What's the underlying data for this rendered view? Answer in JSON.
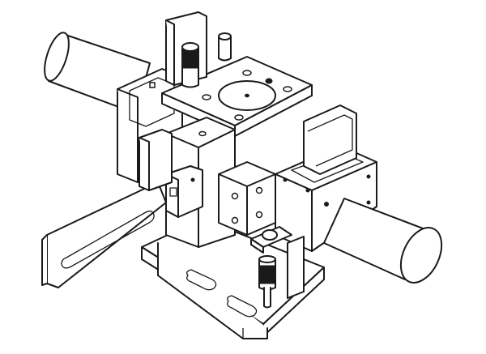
{
  "diagram": {
    "type": "isometric-line-drawing",
    "stroke_color": "#1a1a1a",
    "background_color": "#ffffff",
    "parts": [
      "shaft-left",
      "shaft-right",
      "slotted-arm",
      "base-plate",
      "base-slot",
      "upper-block",
      "top-plate",
      "rotary-disc",
      "front-block",
      "side-block",
      "side-frame",
      "spring-plunger",
      "pin",
      "adjusting-screw"
    ]
  }
}
